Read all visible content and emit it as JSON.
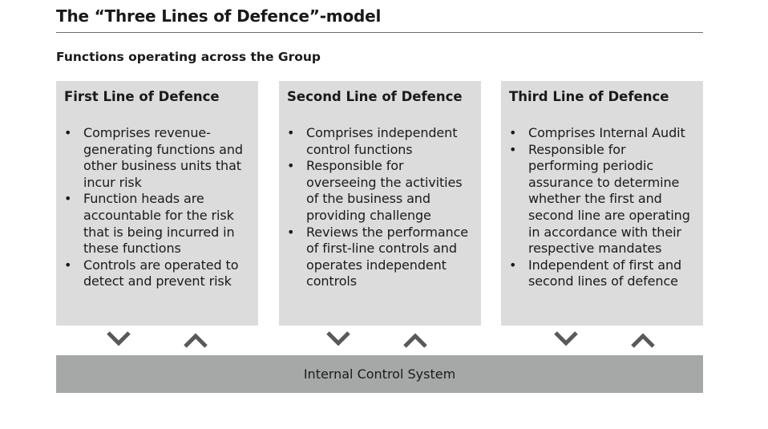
{
  "header": {
    "title": "The “Three Lines of Defence”-model",
    "subtitle": "Functions operating across the Group"
  },
  "lines": [
    {
      "heading": "First Line of Defence",
      "bullets": [
        "Comprises revenue-generating functions and other business units that incur risk",
        "Function heads are accountable for the risk that is being incurred in these functions",
        "Controls are operated to detect and prevent risk"
      ]
    },
    {
      "heading": "Second Line of Defence",
      "bullets": [
        "Comprises independent control functions",
        "Responsible for overseeing the activities of the business and providing challenge",
        "Reviews the performance of first-line controls and operates independent controls"
      ]
    },
    {
      "heading": "Third Line of Defence",
      "bullets": [
        "Comprises Internal Audit",
        "Responsible for performing periodic assurance to determine whether the first and second line are operating in accordance with their respective mandates",
        "Independent of first and second lines of defence"
      ]
    }
  ],
  "system_bar": {
    "label": "Internal Control System"
  },
  "colors": {
    "box_fill": "#dcdcdc",
    "bar_fill": "#a6a8a8",
    "arrow": "#595959",
    "rule": "#6e6e6e"
  },
  "icons": {
    "down": "chevron-down-icon",
    "up": "chevron-up-icon"
  }
}
